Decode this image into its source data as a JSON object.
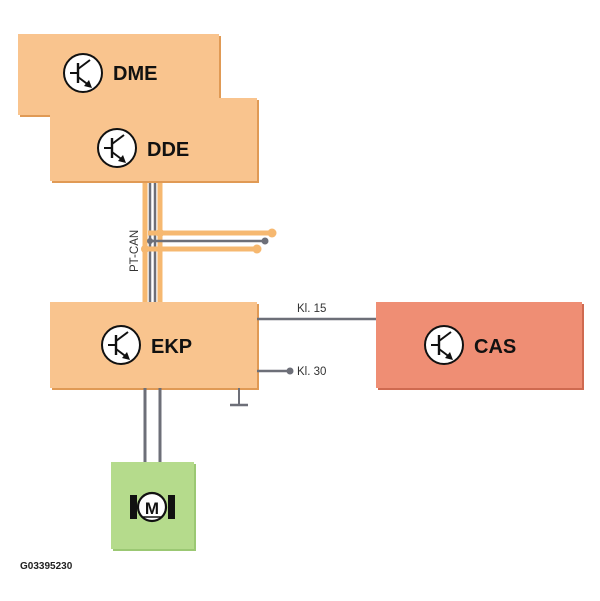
{
  "modules": {
    "dme": {
      "label": "DME"
    },
    "dde": {
      "label": "DDE"
    },
    "ekp": {
      "label": "EKP"
    },
    "cas": {
      "label": "CAS"
    },
    "motor": {
      "label": "M"
    }
  },
  "connections": {
    "pt_can": "PT-CAN",
    "kl15": "Kl. 15",
    "kl30": "Kl. 30"
  },
  "figure_ref": "G03395230",
  "colors": {
    "module_fill": "#f9c48e",
    "module_shadow": "#e09a55",
    "cas_fill": "#ef8e74",
    "cas_shadow": "#cf6a50",
    "motor_fill": "#b5db8c",
    "can_bus": "#f6b870",
    "wire": "#6d6f78"
  },
  "icons": [
    "transistor-icon",
    "motor-icon",
    "ground-icon"
  ]
}
